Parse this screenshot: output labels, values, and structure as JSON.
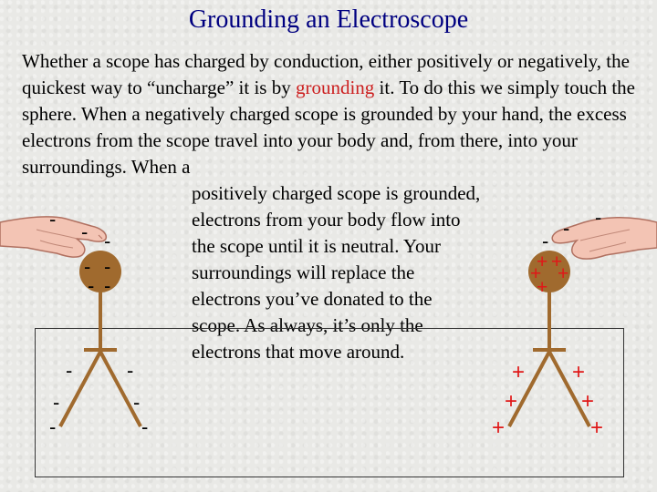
{
  "title": "Grounding an Electroscope",
  "paragraph": {
    "lead": "Whether a scope has charged by conduction, either positively or negatively, the quickest way to “uncharge” it is by ",
    "highlight": "grounding",
    "rest": " it. To do this we simply touch the sphere. When a negatively charged scope is grounded by your hand, the excess electrons from the scope travel into your body and, from there, into your surroundings. When a"
  },
  "narrow_text": "positively charged scope is grounded, electrons from your body flow into the scope until it is neutral. Your surroundings will replace the electrons you’ve donated to the scope. As always, it’s only the electrons that move around.",
  "colors": {
    "title": "#000080",
    "highlight": "#cc2020",
    "charge_plus": "#e01818",
    "scope_brown": "#a06a2e",
    "hand_skin": "#f3c4b4"
  },
  "left_scope": {
    "charge_sign": "-",
    "sphere_signs": [
      "-",
      "-",
      "-",
      "-"
    ],
    "leaf_signs": [
      "-",
      "-",
      "-",
      "-",
      "-",
      "-"
    ],
    "hand_signs": [
      "-",
      "-",
      "-"
    ]
  },
  "right_scope": {
    "charge_sign": "+",
    "sphere_signs": [
      "+",
      "+",
      "+",
      "+",
      "+"
    ],
    "leaf_signs": [
      "+",
      "+",
      "+",
      "+",
      "+",
      "+"
    ],
    "hand_signs": [
      "-",
      "-",
      "-"
    ]
  }
}
